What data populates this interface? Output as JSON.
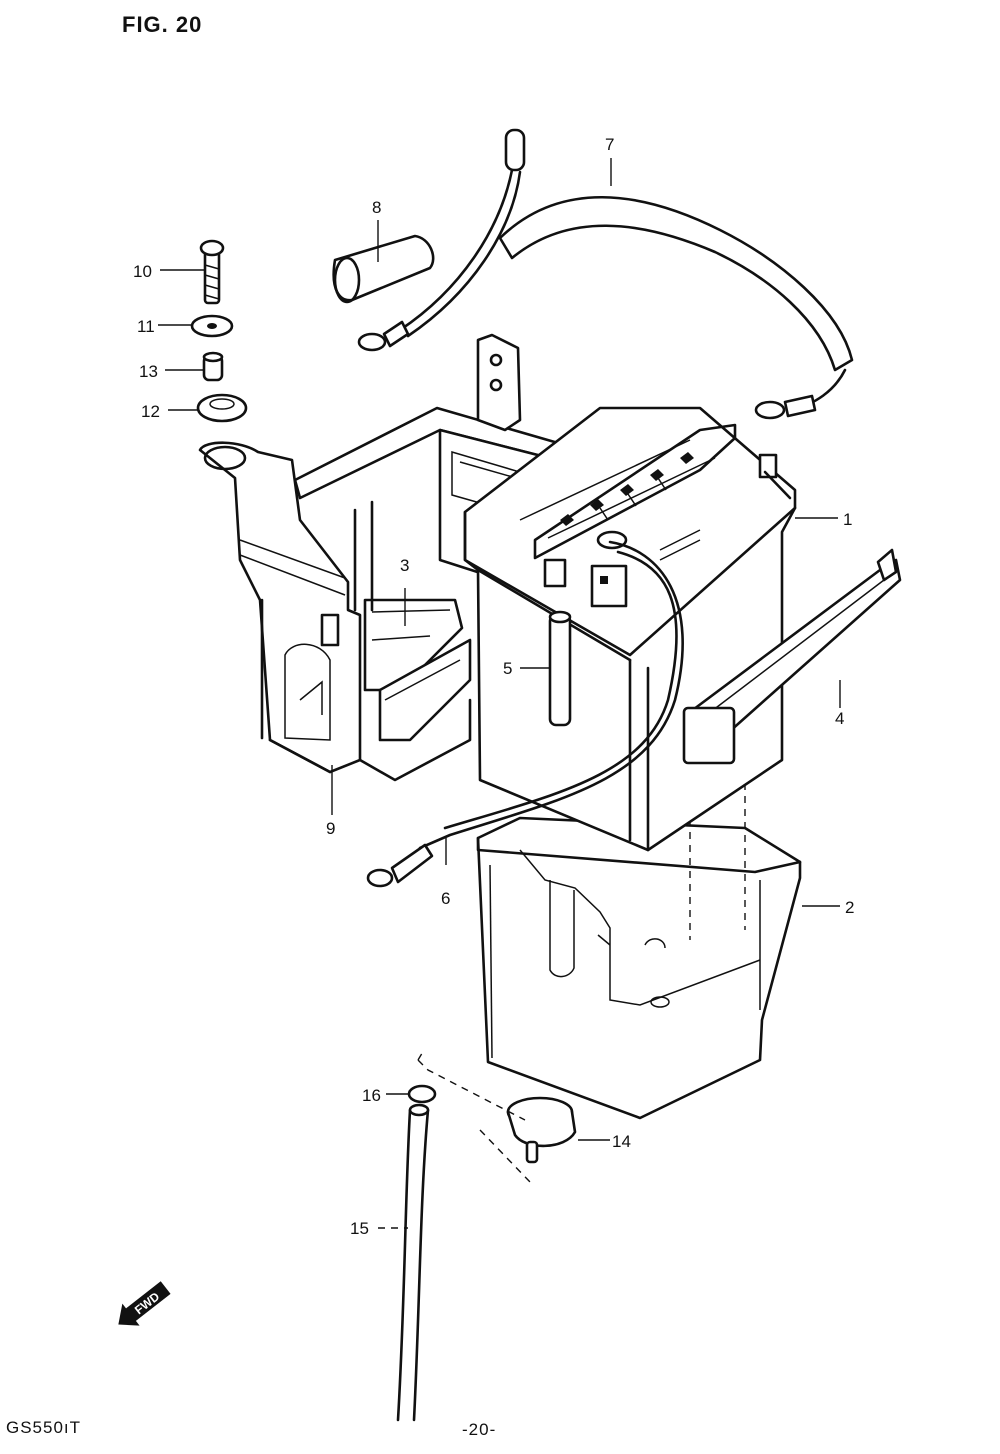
{
  "figure": {
    "title": "FIG. 20",
    "model_code": "GS550ıT",
    "page_number": "-20-",
    "direction_arrow": "FWD"
  },
  "callouts": {
    "c1": "1",
    "c2": "2",
    "c3": "3",
    "c4": "4",
    "c5": "5",
    "c6": "6",
    "c7": "7",
    "c8": "8",
    "c9": "9",
    "c10": "10",
    "c11": "11",
    "c12": "12",
    "c13": "13",
    "c14": "14",
    "c15": "15",
    "c16": "16"
  }
}
